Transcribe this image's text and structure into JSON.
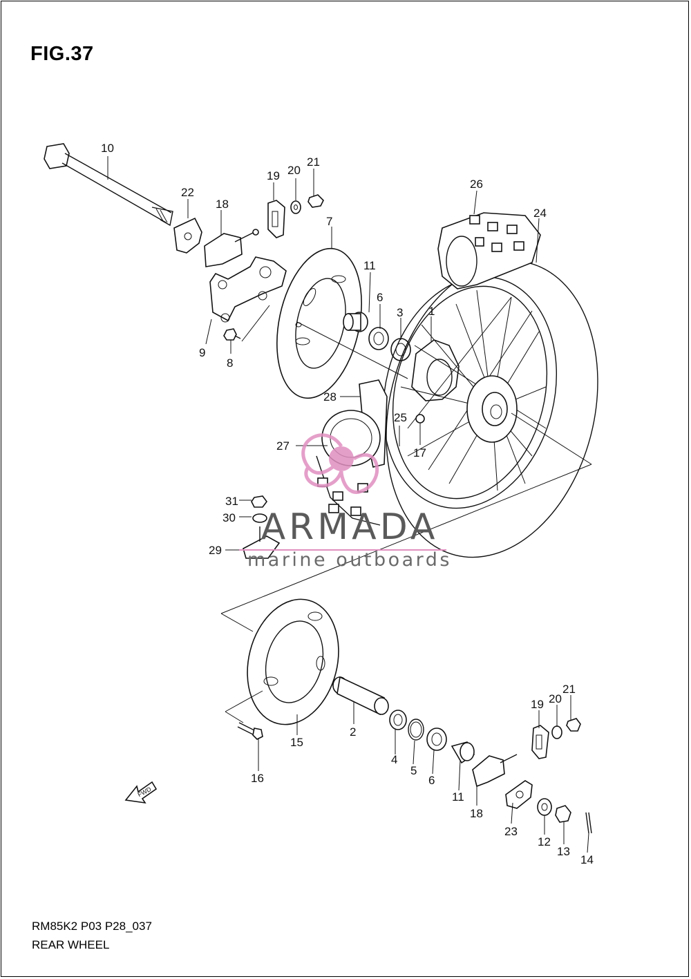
{
  "figure": {
    "title": "FIG.37",
    "model_code": "RM85K2 P03 P28_037",
    "caption": "REAR WHEEL"
  },
  "watermark": {
    "brand": "ARMADA",
    "subtitle": "marine outboards",
    "accent_color": "#e08fc0"
  },
  "fwd_badge": "FWD",
  "callouts": [
    {
      "num": "10"
    },
    {
      "num": "22"
    },
    {
      "num": "18"
    },
    {
      "num": "19"
    },
    {
      "num": "20"
    },
    {
      "num": "21"
    },
    {
      "num": "26"
    },
    {
      "num": "24"
    },
    {
      "num": "7"
    },
    {
      "num": "11"
    },
    {
      "num": "6"
    },
    {
      "num": "3"
    },
    {
      "num": "1"
    },
    {
      "num": "9"
    },
    {
      "num": "8"
    },
    {
      "num": "28"
    },
    {
      "num": "25"
    },
    {
      "num": "27"
    },
    {
      "num": "17"
    },
    {
      "num": "31"
    },
    {
      "num": "30"
    },
    {
      "num": "29"
    },
    {
      "num": "15"
    },
    {
      "num": "16"
    },
    {
      "num": "2"
    },
    {
      "num": "4"
    },
    {
      "num": "5"
    },
    {
      "num": "6"
    },
    {
      "num": "11"
    },
    {
      "num": "18"
    },
    {
      "num": "19"
    },
    {
      "num": "20"
    },
    {
      "num": "21"
    },
    {
      "num": "23"
    },
    {
      "num": "12"
    },
    {
      "num": "13"
    },
    {
      "num": "14"
    }
  ]
}
